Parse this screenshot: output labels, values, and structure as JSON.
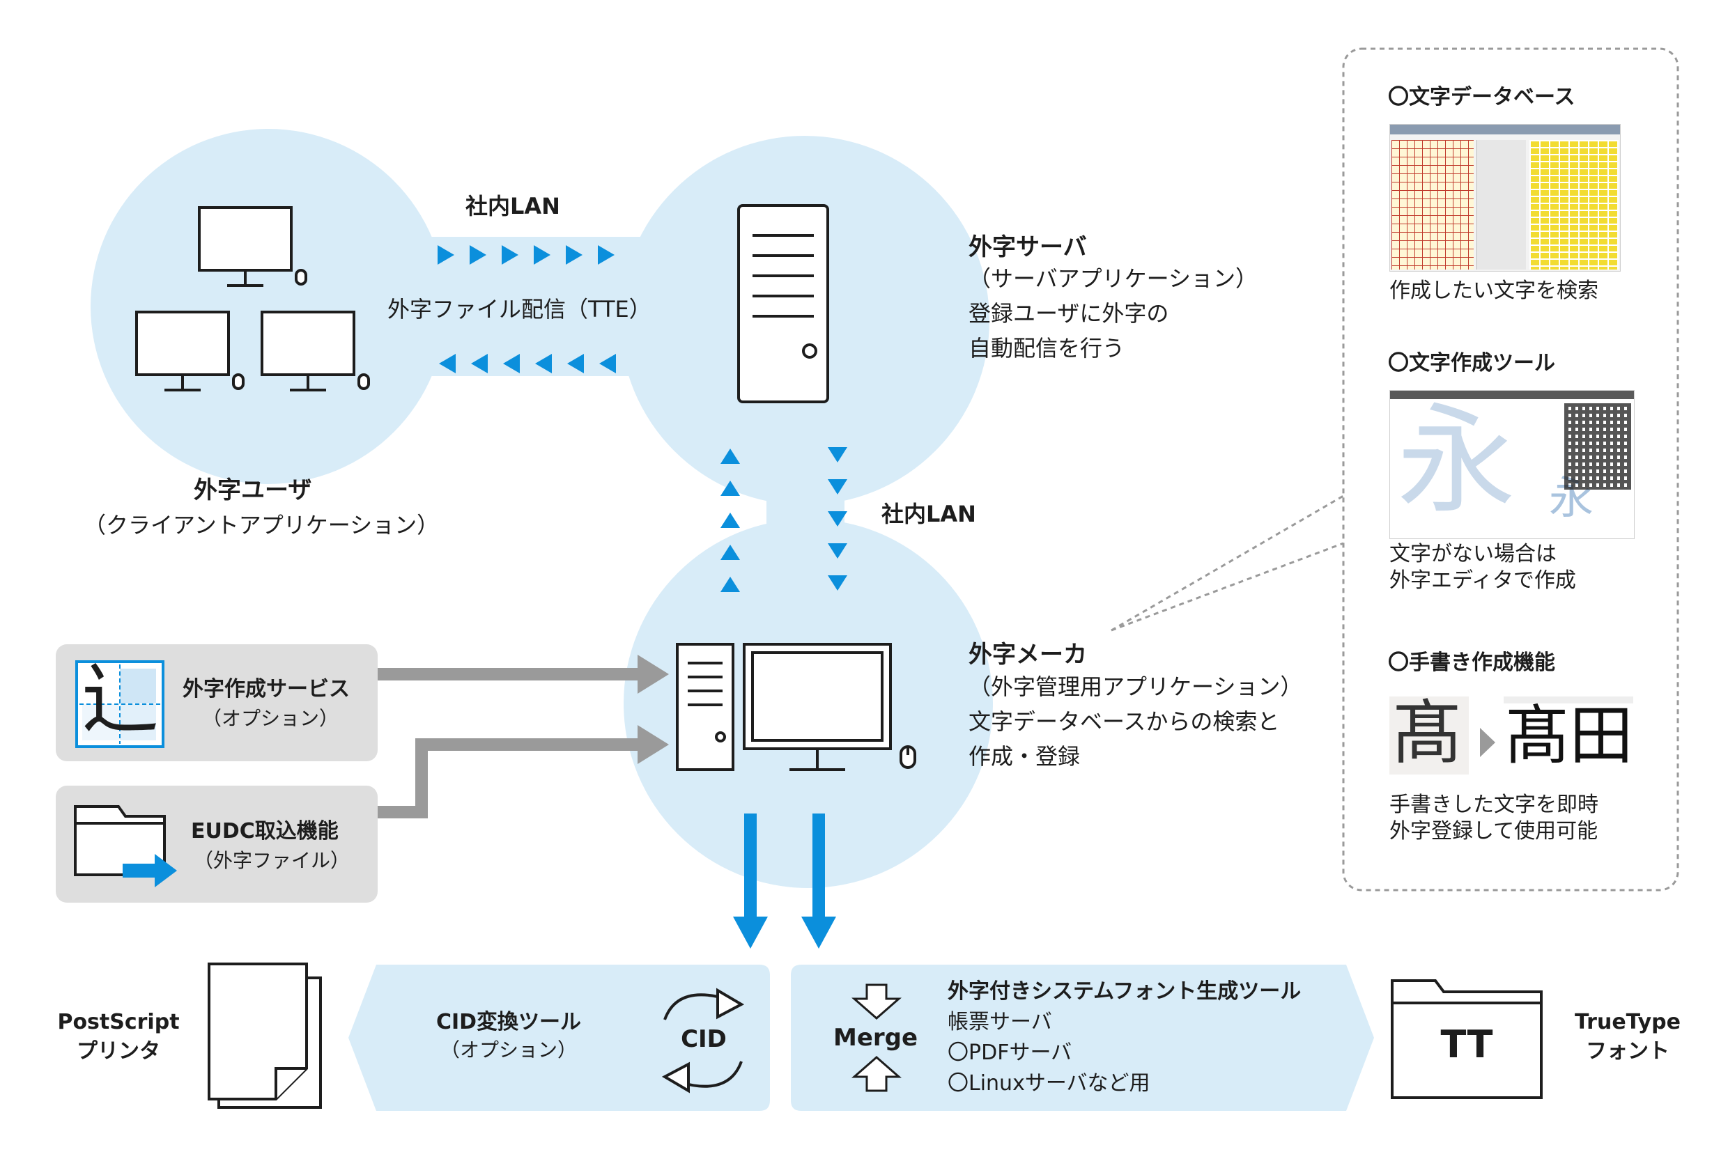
{
  "colors": {
    "circle": "#d8ecf8",
    "accent": "#0b8fdc",
    "gray_box": "#dedede",
    "gray_arrow": "#9a9a9a",
    "ribbon": "#d8ecf8",
    "dotted": "#9a9a9a"
  },
  "lan_top": {
    "title": "社内LAN",
    "caption": "外字ファイル配信（TTE）"
  },
  "lan_right": {
    "title": "社内LAN"
  },
  "gaiji_user": {
    "title": "外字ユーザ",
    "subtitle": "（クライアントアプリケーション）"
  },
  "gaiji_server": {
    "title": "外字サーバ",
    "lines": [
      "（サーバアプリケーション）",
      "登録ユーザに外字の",
      "自動配信を行う"
    ]
  },
  "gaiji_maker": {
    "title": "外字メーカ",
    "lines": [
      "（外字管理用アプリケーション）",
      "文字データベースからの検索と",
      "作成・登録"
    ]
  },
  "service_box": {
    "title": "外字作成サービス",
    "subtitle": "（オプション）",
    "glyph": "辶"
  },
  "eudc_box": {
    "title": "EUDC取込機能",
    "subtitle": "（外字ファイル）"
  },
  "panel": {
    "sections": [
      {
        "heading": "〇文字データベース",
        "caption_lines": [
          "作成したい文字を検索"
        ]
      },
      {
        "heading": "〇文字作成ツール",
        "caption_lines": [
          "文字がない場合は",
          "外字エディタで作成"
        ]
      },
      {
        "heading": "〇手書き作成機能",
        "caption_lines": [
          "手書きした文字を即時",
          "外字登録して使用可能"
        ]
      }
    ],
    "glyph_big": "永",
    "glyph_small": "永",
    "handwriting_in": "髙",
    "handwriting_out": "髙田"
  },
  "postscript": {
    "lines": [
      "PostScript",
      "プリンタ"
    ]
  },
  "cid_tool": {
    "title": "CID変換ツール",
    "subtitle": "（オプション）",
    "icon_label": "CID"
  },
  "merge_tool": {
    "icon_label": "Merge",
    "title": "外字付きシステムフォント生成ツール",
    "lines": [
      "帳票サーバ",
      "〇PDFサーバ",
      "〇Linuxサーバなど用"
    ]
  },
  "truetype": {
    "icon_label": "TT",
    "lines": [
      "TrueType",
      "フォント"
    ]
  }
}
